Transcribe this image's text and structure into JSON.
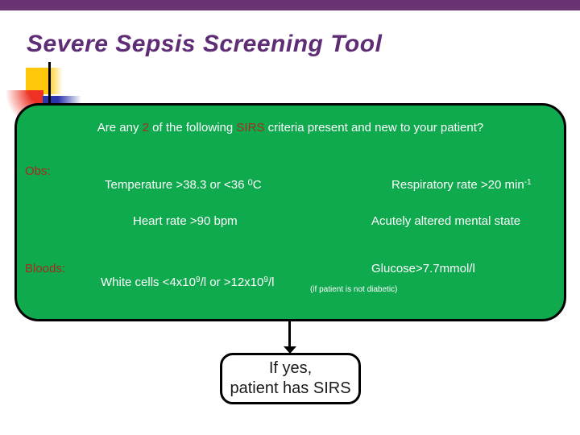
{
  "colors": {
    "top_bar": "#6A3374",
    "title_text": "#5F2D75",
    "box_green": "#0FA94E",
    "accent_red": "#A52D1D",
    "deco_yellow": "#FFC80A",
    "deco_red": "#ED3125",
    "deco_blue": "#2B35AE",
    "result_text": "#1A1A1A"
  },
  "title": "Severe Sepsis Screening Tool",
  "question": {
    "part1": "Are any ",
    "num": "2",
    "part2": " of the following ",
    "sirs": "SIRS",
    "part3": " criteria present and new to your patient?"
  },
  "rows": {
    "obs_label": "Obs:",
    "bloods_label": "Bloods:",
    "temperature": {
      "main": "Temperature >38.3 or <36 ",
      "sup": "0",
      "unit": "C"
    },
    "respiratory": {
      "main": "Respiratory rate >20 min",
      "sup": "-1"
    },
    "heart_rate": "Heart rate >90 bpm",
    "mental_state": "Acutely altered mental state",
    "white_cells": {
      "p1": "White cells <4x10",
      "s1": "9",
      "p2": "/l or >12x10",
      "s2": "9",
      "p3": "/l"
    },
    "glucose": "Glucose>7.7mmol/l",
    "diabetic_note": "(if patient is not diabetic)"
  },
  "result_box": {
    "line1": "If yes,",
    "line2": "patient has SIRS"
  }
}
